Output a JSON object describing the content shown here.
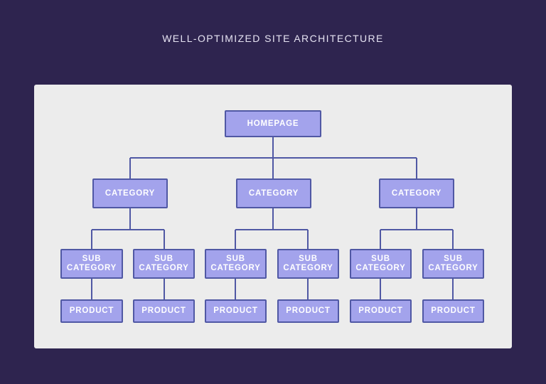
{
  "title": "WELL-OPTIMIZED SITE ARCHITECTURE",
  "colors": {
    "background": "#2e244f",
    "panel": "#ececec",
    "node_fill": "#a3a3ec",
    "node_border": "#5058a4",
    "connector": "#5058a4"
  },
  "homepage": {
    "label": "HOMEPAGE"
  },
  "categories": [
    {
      "label": "CATEGORY",
      "subcategories": [
        {
          "label_line1": "SUB",
          "label_line2": "CATEGORY",
          "product": "PRODUCT"
        },
        {
          "label_line1": "SUB",
          "label_line2": "CATEGORY",
          "product": "PRODUCT"
        }
      ]
    },
    {
      "label": "CATEGORY",
      "subcategories": [
        {
          "label_line1": "SUB",
          "label_line2": "CATEGORY",
          "product": "PRODUCT"
        },
        {
          "label_line1": "SUB",
          "label_line2": "CATEGORY",
          "product": "PRODUCT"
        }
      ]
    },
    {
      "label": "CATEGORY",
      "subcategories": [
        {
          "label_line1": "SUB",
          "label_line2": "CATEGORY",
          "product": "PRODUCT"
        },
        {
          "label_line1": "SUB",
          "label_line2": "CATEGORY",
          "product": "PRODUCT"
        }
      ]
    }
  ]
}
